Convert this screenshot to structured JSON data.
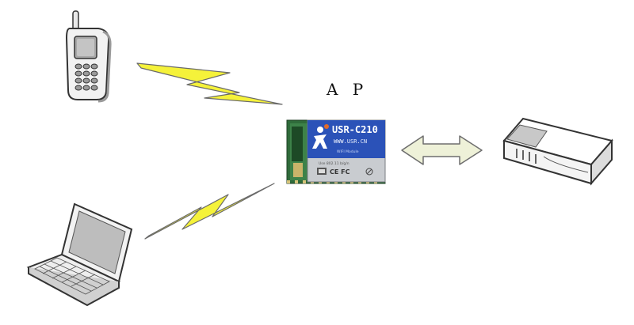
{
  "diagram": {
    "ap_label": "A P",
    "module": {
      "model": "USR-C210",
      "url": "WWW.USR.CN",
      "subtitle": "WIFI Module",
      "fine_print": "Use 802.11 b/g/n",
      "certifications": "CE FC"
    },
    "nodes": [
      "mobile-phone",
      "laptop",
      "usr-c210-module",
      "router"
    ],
    "links": [
      {
        "from": "mobile-phone",
        "to": "usr-c210-module",
        "type": "wireless"
      },
      {
        "from": "laptop",
        "to": "usr-c210-module",
        "type": "wireless"
      },
      {
        "from": "usr-c210-module",
        "to": "router",
        "type": "bidirectional"
      }
    ],
    "colors": {
      "lightning_fill": "#f5f23a",
      "lightning_stroke": "#6a6a6a",
      "module_blue": "#2b52b8",
      "pcb_green": "#2f6b3a",
      "arrow_fill": "#eef1d8",
      "arrow_stroke": "#6e6e6e"
    }
  }
}
